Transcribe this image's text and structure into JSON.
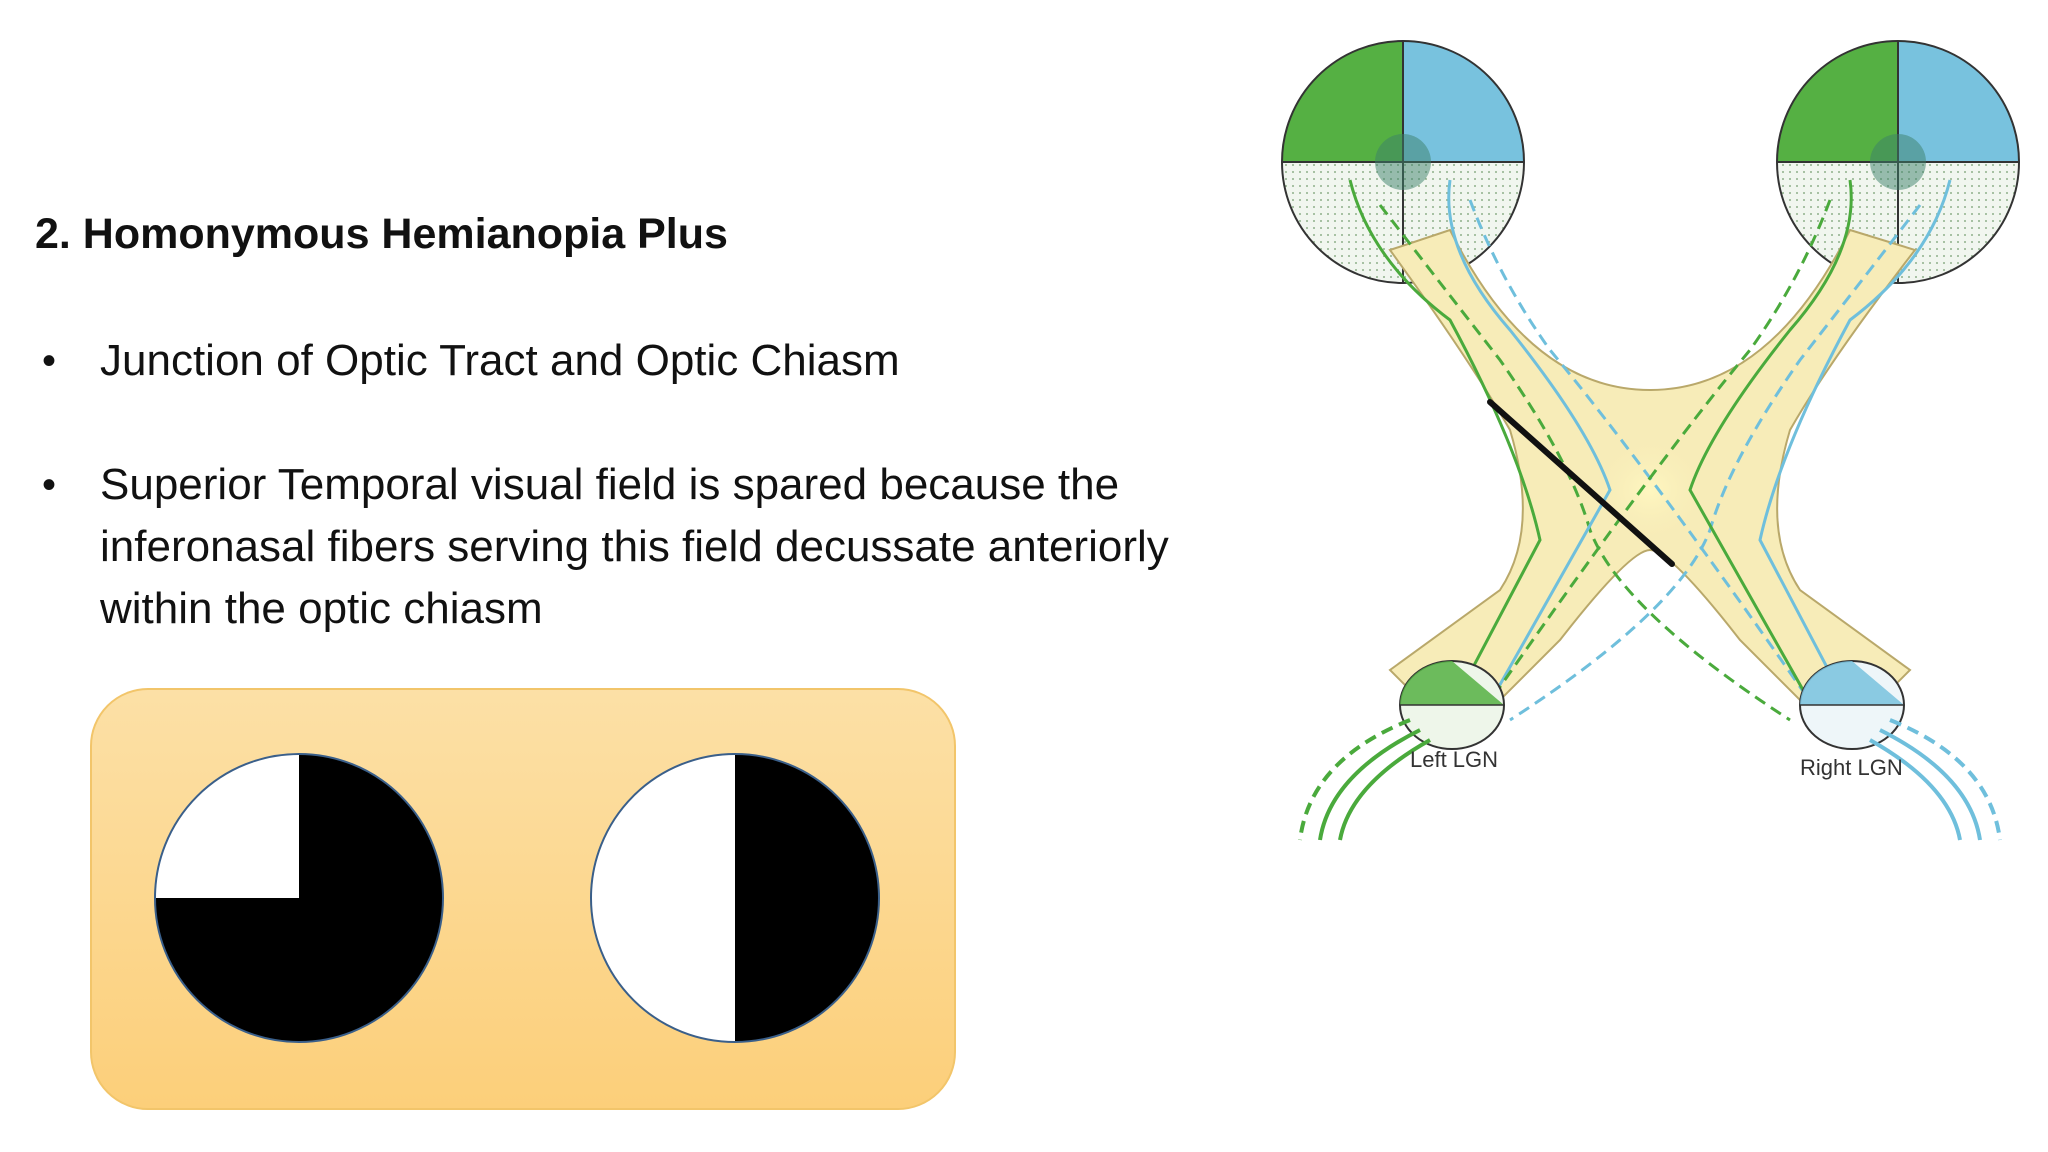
{
  "slide": {
    "title": "2. Homonymous Hemianopia Plus",
    "bullets": [
      "Junction of Optic Tract and Optic Chiasm",
      "Superior Temporal visual field is spared because the inferonasal fibers serving this field decussate anteriorly within the optic chiasm"
    ],
    "bullet_marker": "•"
  },
  "visual_fields": {
    "left_eye": {
      "spared": "superior temporal quadrant",
      "lost_fraction": 0.75
    },
    "right_eye": {
      "spared": "left half",
      "lost_fraction": 0.5
    },
    "colors": {
      "lost": "#000000",
      "spared": "#ffffff",
      "panel": "#fcd88f"
    }
  },
  "diagram": {
    "left_lgn_label": "Left LGN",
    "right_lgn_label": "Right LGN",
    "colors": {
      "green": "#4aaa3c",
      "blue": "#6fbfdc",
      "tract": "#f7ecb8",
      "lesion": "#111111"
    }
  }
}
